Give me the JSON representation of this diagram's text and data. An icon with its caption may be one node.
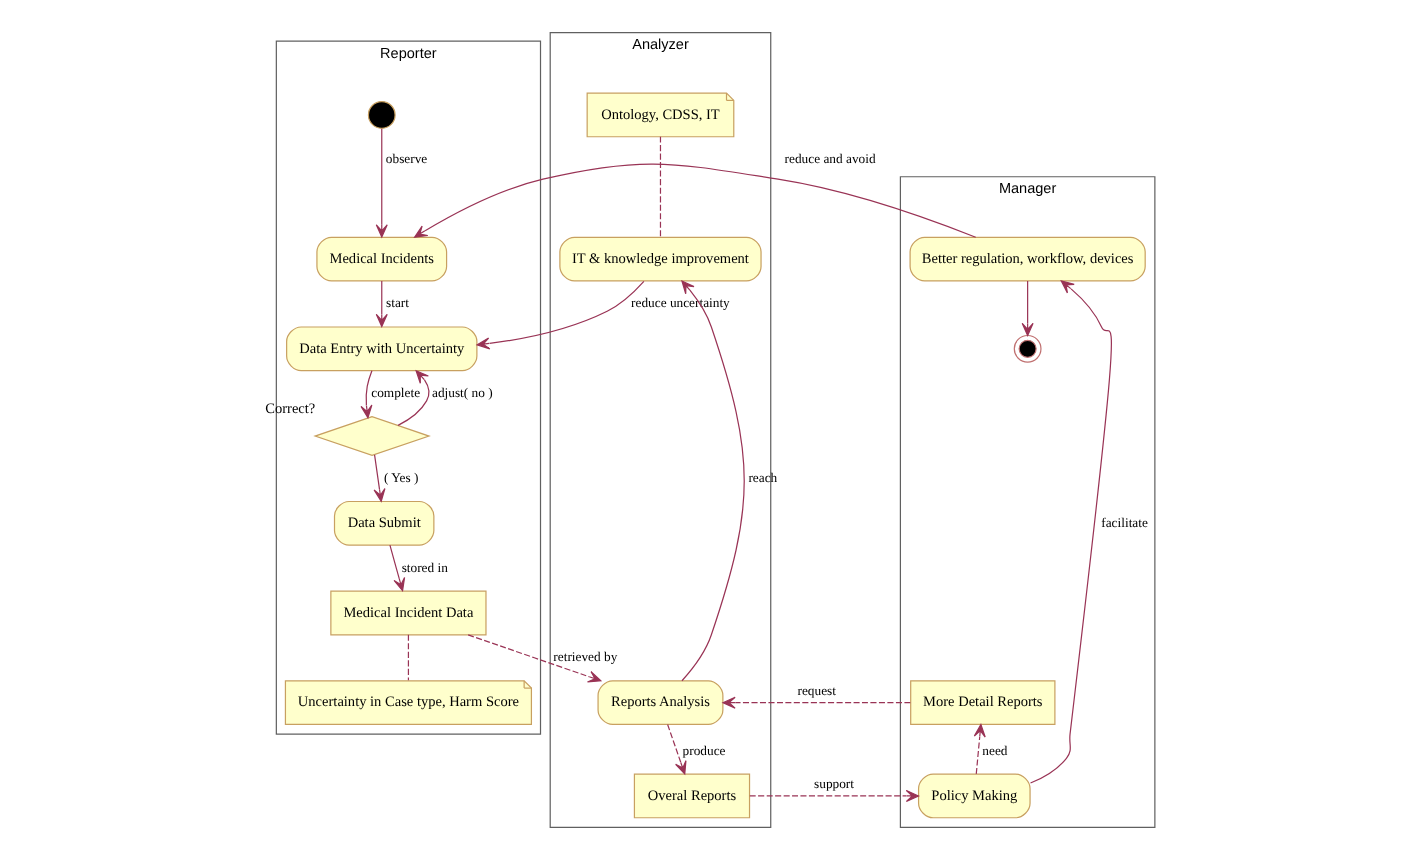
{
  "diagram": {
    "nodes": [
      {
        "text": [
          "Reporter"
        ]
      },
      {
        "text": [
          "Analyzer"
        ]
      },
      {
        "text": [
          "Manager"
        ]
      },
      {
        "text": [],
        "shape": "circle",
        "in": 0
      },
      {
        "text": [
          "Medical Incidents"
        ],
        "in": 0
      },
      {
        "text": [
          "Data Entry with Uncertainty"
        ],
        "in": 0
      },
      {
        "text": [],
        "shape": "diamond",
        "in": 0,
        "beside": [
          "Correct?"
        ]
      },
      {
        "text": [
          "Data Submit"
        ],
        "in": 0
      },
      {
        "text": [
          "Medical Incident Data"
        ],
        "in": 0
      },
      {
        "text": [
          "Uncertainty in Case type, Harm Score"
        ],
        "in": 0
      },
      {
        "text": [
          "Ontology, CDSS, IT"
        ],
        "in": 1
      },
      {
        "text": [
          "IT & knowledge improvement"
        ],
        "in": 1
      },
      {
        "text": [
          "Reports Analysis"
        ],
        "in": 1
      },
      {
        "text": [
          "Overal Reports"
        ],
        "in": 1
      },
      {
        "text": [],
        "shape": "circle",
        "in": 2
      },
      {
        "text": [
          "Better regulation, workflow, devices"
        ],
        "in": 2
      },
      {
        "text": [
          "More Detail Reports"
        ],
        "in": 2
      },
      {
        "text": [
          "Policy Making"
        ],
        "in": 2
      }
    ],
    "edges": [
      {
        "from": 3,
        "to": 4,
        "arrow": "to",
        "label": "observe"
      },
      {
        "from": 4,
        "to": 5,
        "arrow": "to",
        "label": "start"
      },
      {
        "from": 5,
        "to": 6,
        "arrow": "to",
        "label": "complete"
      },
      {
        "from": 6,
        "to": 5,
        "arrow": "to",
        "label": "adjust( no )"
      },
      {
        "from": 6,
        "to": 7,
        "arrow": "to",
        "label": "( Yes )"
      },
      {
        "from": 7,
        "to": 8,
        "arrow": "to",
        "label": "stored in"
      },
      {
        "from": 8,
        "to": 9,
        "arrow": "none",
        "style": "dashed"
      },
      {
        "from": 8,
        "to": 12,
        "arrow": "to",
        "style": "dashed",
        "label": "retrieved by"
      },
      {
        "from": 12,
        "to": 11,
        "arrow": "to",
        "label": "reach"
      },
      {
        "from": 11,
        "to": 5,
        "arrow": "to",
        "label": "reduce uncertainty"
      },
      {
        "from": 10,
        "to": 11,
        "arrow": "none",
        "style": "dashed"
      },
      {
        "from": 12,
        "to": 13,
        "arrow": "to",
        "style": "dashed",
        "label": "produce"
      },
      {
        "from": 16,
        "to": 12,
        "arrow": "to",
        "style": "dashed",
        "label": "request"
      },
      {
        "from": 13,
        "to": 17,
        "arrow": "to",
        "style": "dashed",
        "label": "support"
      },
      {
        "from": 17,
        "to": 16,
        "arrow": "to",
        "style": "dashed",
        "label": "need"
      },
      {
        "from": 17,
        "to": 15,
        "arrow": "to",
        "label": "facilitate"
      },
      {
        "from": 15,
        "to": 4,
        "arrow": "to",
        "label": "reduce and avoid"
      },
      {
        "from": 15,
        "to": 14,
        "arrow": "to"
      }
    ]
  }
}
